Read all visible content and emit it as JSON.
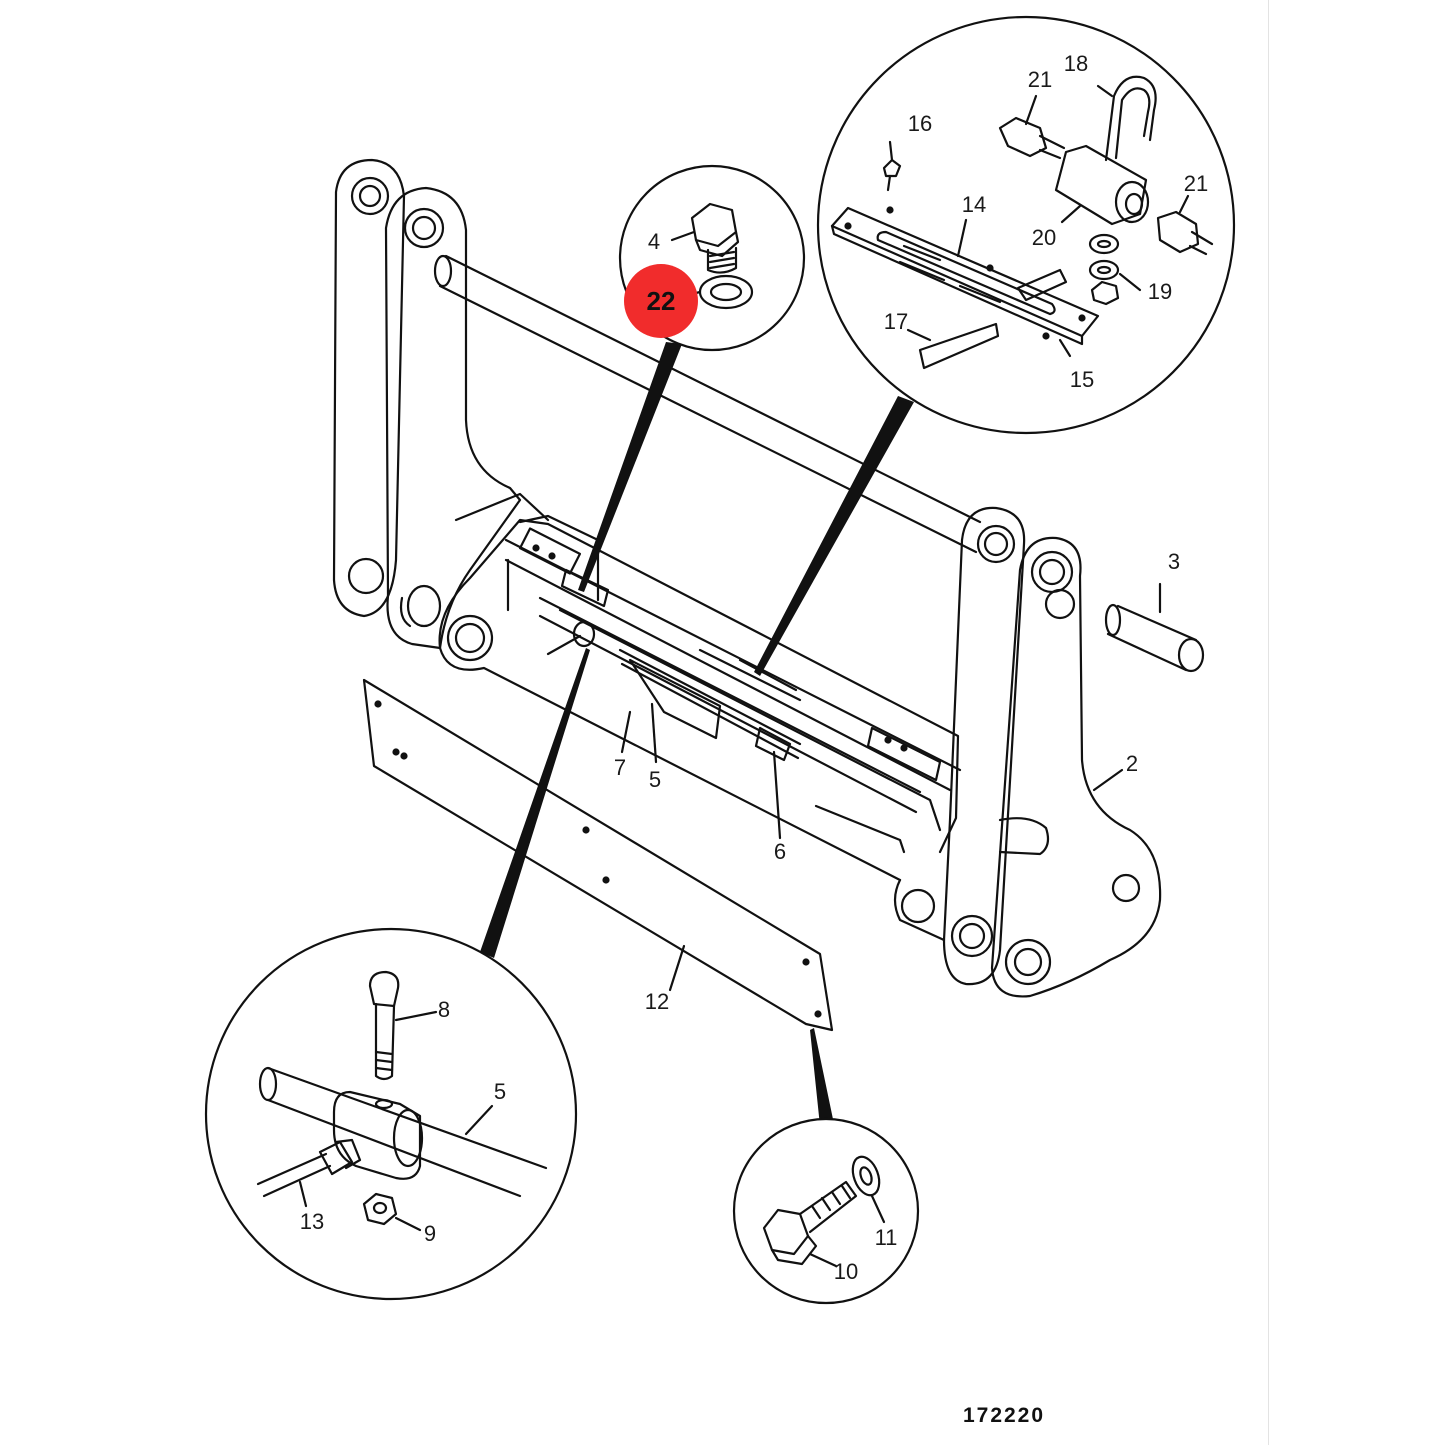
{
  "diagram": {
    "reference_number": "172220",
    "highlight": {
      "label": "22",
      "color": "#f12c2c"
    },
    "callouts": {
      "c2": "2",
      "c3": "3",
      "c4": "4",
      "c5a": "5",
      "c5b": "5",
      "c6": "6",
      "c7": "7",
      "c8": "8",
      "c9": "9",
      "c10": "10",
      "c11": "11",
      "c12": "12",
      "c13": "13",
      "c14": "14",
      "c15": "15",
      "c16": "16",
      "c17": "17",
      "c18": "18",
      "c19": "19",
      "c20": "20",
      "c21a": "21",
      "c21b": "21"
    }
  }
}
